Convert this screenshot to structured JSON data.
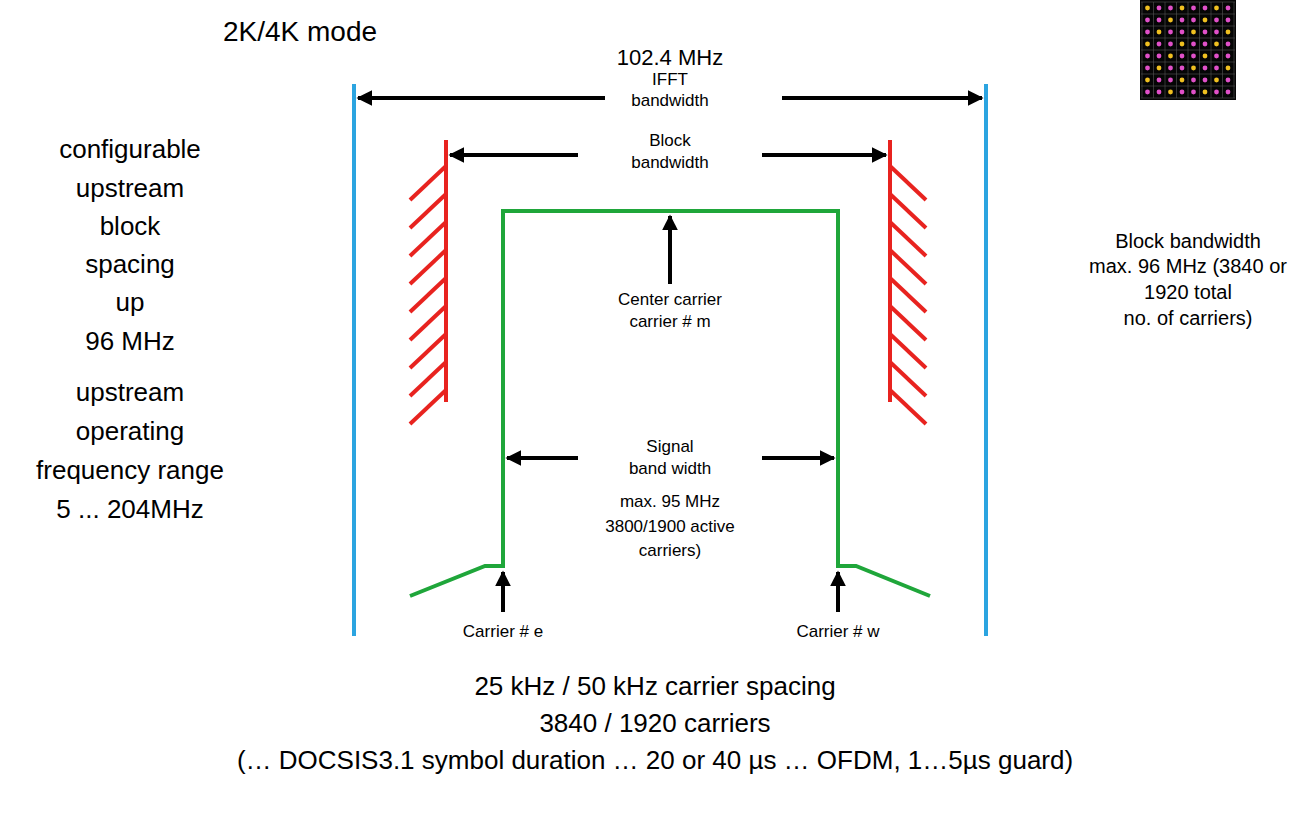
{
  "diagram": {
    "title": "2K/4K mode",
    "labels": [
      "102.4 MHz",
      "IFFT",
      "bandwidth",
      "Block",
      "bandwidth",
      "Center carrier",
      "carrier  # m",
      "Signal",
      "band width",
      "max. 95 MHz",
      "3800/1900 active",
      "carriers)",
      "Carrier # e",
      "Carrier # w",
      "configurable",
      "upstream",
      "block",
      "spacing",
      "up",
      "96 MHz",
      "upstream",
      "operating",
      "frequency range",
      "5 ... 204MHz",
      "Block bandwidth",
      "max. 96 MHz (3840 or",
      "1920 total",
      "no. of carriers)",
      "25 kHz / 50 kHz carrier spacing",
      "3840 / 1920 carriers",
      "(… DOCSIS3.1 symbol duration … 20 or 40 µs … OFDM, 1…5µs guard)"
    ]
  }
}
